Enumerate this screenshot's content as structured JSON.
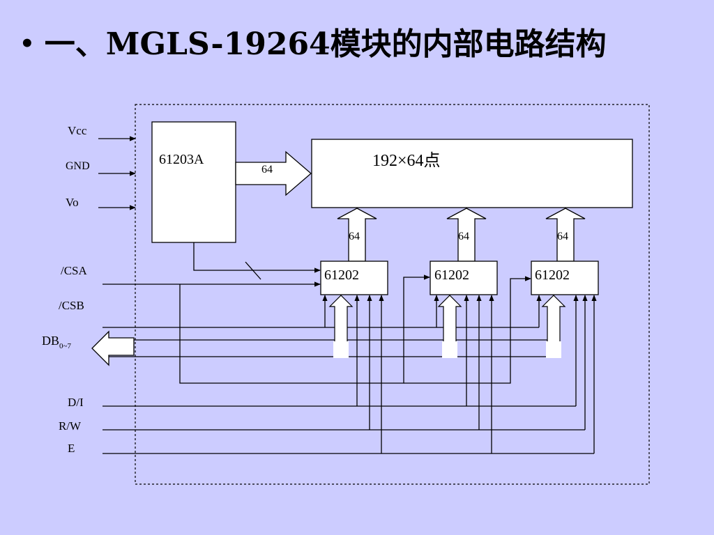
{
  "slide": {
    "bullet": "•",
    "title": "一、MGLS-19264模块的内部电路结构"
  },
  "diagram": {
    "controller_chip": "61203A",
    "display": "192×64点",
    "bus_width_controller": "64",
    "bus_width_drivers": [
      "64",
      "64",
      "64"
    ],
    "driver_chips": [
      "61202",
      "61202",
      "61202"
    ],
    "pins": {
      "vcc": "Vcc",
      "gnd": "GND",
      "vo": "Vo",
      "csa": "/CSA",
      "csb": "/CSB",
      "db": "DB",
      "db_sub": "0~7",
      "di": "D/I",
      "rw": "R/W",
      "e": "E"
    }
  }
}
